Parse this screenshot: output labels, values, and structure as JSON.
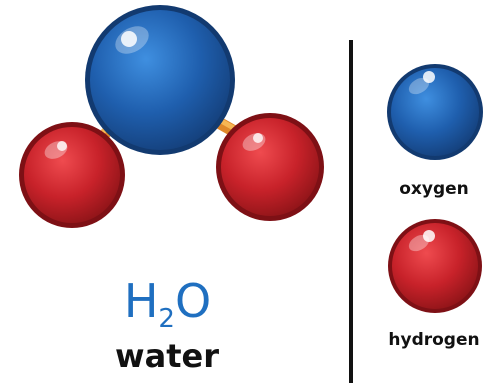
{
  "molecule": {
    "formula_main_1": "H",
    "formula_subscript": "2",
    "formula_main_2": "O",
    "name": "water"
  },
  "legend": {
    "items": [
      {
        "label": "oxygen",
        "color": "#1f5fae"
      },
      {
        "label": "hydrogen",
        "color": "#c8222a"
      }
    ]
  },
  "colors": {
    "oxygen": "#1f5fae",
    "hydrogen": "#c8222a",
    "bond": "#f2a03a",
    "formula_text": "#1f6fc0",
    "divider": "#111111"
  }
}
